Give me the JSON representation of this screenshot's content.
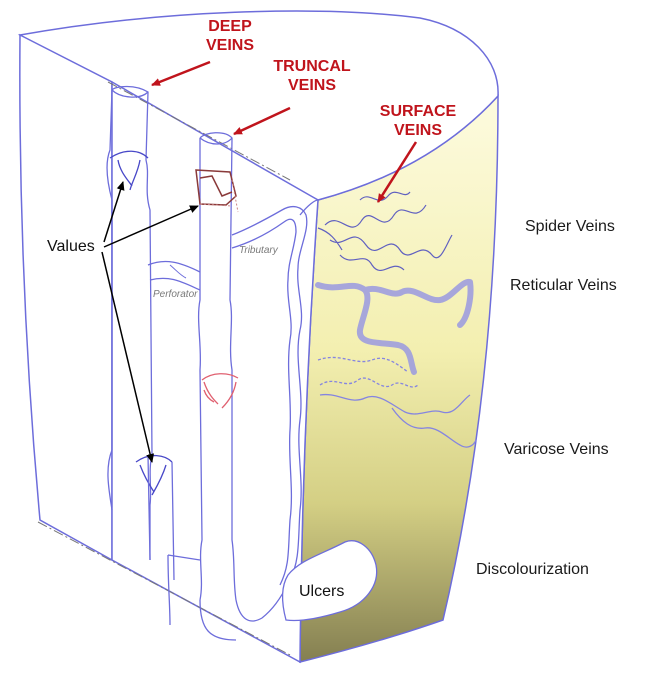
{
  "labels": {
    "deep_veins": [
      "DEEP",
      "VEINS"
    ],
    "truncal_veins": [
      "TRUNCAL",
      "VEINS"
    ],
    "surface_veins": [
      "SURFACE",
      "VEINS"
    ],
    "values": "Values",
    "tributary": "Tributary",
    "perforator": "Perforator",
    "ulcers": "Ulcers"
  },
  "side_labels": {
    "spider_veins": "Spider Veins",
    "reticular_veins": "Reticular Veins",
    "varicose_veins": "Varicose Veins",
    "discolourization": "Discolourization"
  },
  "colors": {
    "outline": "#6d6ddb",
    "vein_blue": "#8585e0",
    "label_red": "#c0141c",
    "valve_red": "#e06070",
    "valve_brown": "#8a3a3a",
    "skin_top": "#fdfbd9",
    "skin_mid": "#f2eeae",
    "skin_bottom": "#847f51"
  }
}
